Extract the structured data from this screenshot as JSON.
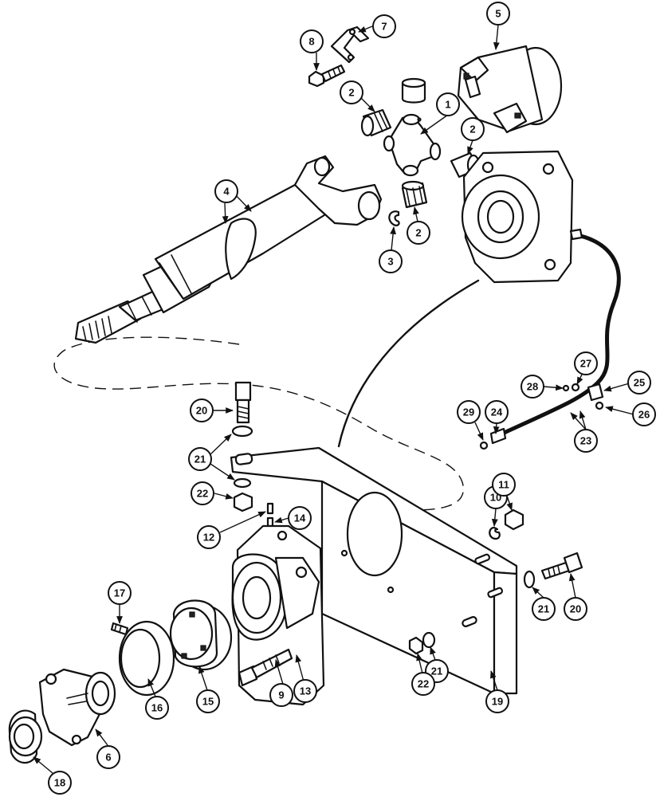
{
  "diagram": {
    "callouts": [
      {
        "id": "c1",
        "label": "1"
      },
      {
        "id": "c2a",
        "label": "2"
      },
      {
        "id": "c2b",
        "label": "2"
      },
      {
        "id": "c2c",
        "label": "2"
      },
      {
        "id": "c3",
        "label": "3"
      },
      {
        "id": "c4",
        "label": "4"
      },
      {
        "id": "c5",
        "label": "5"
      },
      {
        "id": "c6",
        "label": "6"
      },
      {
        "id": "c7",
        "label": "7"
      },
      {
        "id": "c8",
        "label": "8"
      },
      {
        "id": "c9",
        "label": "9"
      },
      {
        "id": "c10",
        "label": "10"
      },
      {
        "id": "c11",
        "label": "11"
      },
      {
        "id": "c12",
        "label": "12"
      },
      {
        "id": "c13",
        "label": "13"
      },
      {
        "id": "c14",
        "label": "14"
      },
      {
        "id": "c15",
        "label": "15"
      },
      {
        "id": "c16",
        "label": "16"
      },
      {
        "id": "c17",
        "label": "17"
      },
      {
        "id": "c18",
        "label": "18"
      },
      {
        "id": "c19",
        "label": "19"
      },
      {
        "id": "c20a",
        "label": "20"
      },
      {
        "id": "c20b",
        "label": "20"
      },
      {
        "id": "c21a",
        "label": "21"
      },
      {
        "id": "c21b",
        "label": "21"
      },
      {
        "id": "c21c",
        "label": "21"
      },
      {
        "id": "c22a",
        "label": "22"
      },
      {
        "id": "c22b",
        "label": "22"
      },
      {
        "id": "c23",
        "label": "23"
      },
      {
        "id": "c24",
        "label": "24"
      },
      {
        "id": "c25",
        "label": "25"
      },
      {
        "id": "c26",
        "label": "26"
      },
      {
        "id": "c27",
        "label": "27"
      },
      {
        "id": "c28",
        "label": "28"
      },
      {
        "id": "c29",
        "label": "29"
      }
    ]
  }
}
